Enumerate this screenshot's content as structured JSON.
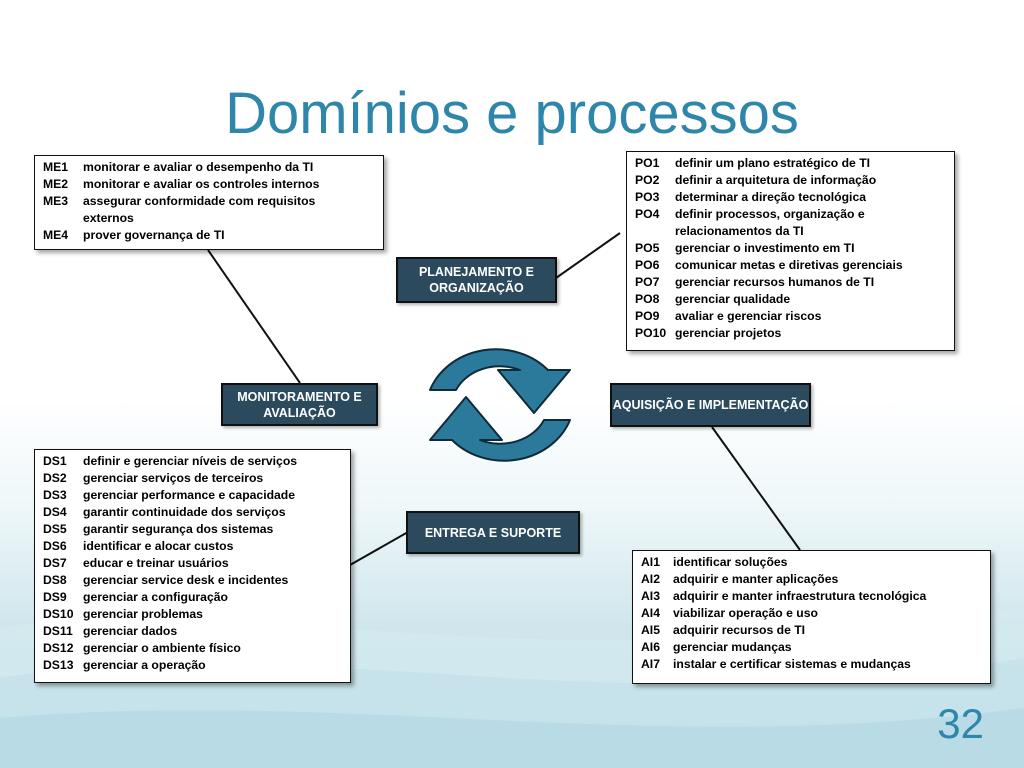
{
  "title": "Domínios e processos",
  "page_number": "32",
  "labels": {
    "po": "PLANEJAMENTO E ORGANIZAÇÃO",
    "me": "MONITORAMENTO E AVALIAÇÃO",
    "ai": "AQUISIÇÃO E IMPLEMENTAÇÃO",
    "ds": "ENTREGA E SUPORTE"
  },
  "me": [
    {
      "code": "ME1",
      "desc": "monitorar e avaliar o desempenho da TI"
    },
    {
      "code": "ME2",
      "desc": "monitorar e avaliar os controles internos"
    },
    {
      "code": "ME3",
      "desc": "assegurar conformidade com requisitos"
    },
    {
      "code": "",
      "desc": "externos"
    },
    {
      "code": "ME4",
      "desc": "prover governança de TI"
    }
  ],
  "po": [
    {
      "code": "PO1",
      "desc": "definir um plano estratégico de TI"
    },
    {
      "code": "PO2",
      "desc": "definir a arquitetura de informação"
    },
    {
      "code": "PO3",
      "desc": "determinar a direção tecnológica"
    },
    {
      "code": "PO4",
      "desc": "definir processos, organização e"
    },
    {
      "code": "",
      "desc": "relacionamentos da TI"
    },
    {
      "code": "PO5",
      "desc": "gerenciar o investimento em TI"
    },
    {
      "code": "PO6",
      "desc": "comunicar metas e diretivas gerenciais"
    },
    {
      "code": "PO7",
      "desc": "gerenciar recursos humanos de TI"
    },
    {
      "code": "PO8",
      "desc": "gerenciar qualidade"
    },
    {
      "code": "PO9",
      "desc": "avaliar e gerenciar riscos"
    },
    {
      "code": "PO10",
      "desc": "gerenciar projetos"
    }
  ],
  "ds": [
    {
      "code": "DS1",
      "desc": "definir e gerenciar níveis de serviços"
    },
    {
      "code": "DS2",
      "desc": "gerenciar serviços de terceiros"
    },
    {
      "code": "DS3",
      "desc": "gerenciar performance e capacidade"
    },
    {
      "code": "DS4",
      "desc": "garantir continuidade dos serviços"
    },
    {
      "code": "DS5",
      "desc": "garantir segurança dos sistemas"
    },
    {
      "code": "DS6",
      "desc": "identificar e alocar custos"
    },
    {
      "code": "DS7",
      "desc": "educar e treinar usuários"
    },
    {
      "code": "DS8",
      "desc": "gerenciar service desk e incidentes"
    },
    {
      "code": "DS9",
      "desc": "gerenciar a configuração"
    },
    {
      "code": "DS10",
      "desc": "gerenciar problemas"
    },
    {
      "code": "DS11",
      "desc": "gerenciar dados"
    },
    {
      "code": "DS12",
      "desc": "gerenciar o ambiente físico"
    },
    {
      "code": "DS13",
      "desc": "gerenciar a operação"
    }
  ],
  "ai": [
    {
      "code": "AI1",
      "desc": "identificar soluções"
    },
    {
      "code": "AI2",
      "desc": "adquirir e manter aplicações"
    },
    {
      "code": "AI3",
      "desc": "adquirir e manter infraestrutura tecnológica"
    },
    {
      "code": "AI4",
      "desc": "viabilizar operação e uso"
    },
    {
      "code": "AI5",
      "desc": "adquirir recursos de TI"
    },
    {
      "code": "AI6",
      "desc": "gerenciar mudanças"
    },
    {
      "code": "AI7",
      "desc": "instalar e certificar sistemas e mudanças"
    }
  ],
  "colors": {
    "title": "#2e86ab",
    "label_bg": "#2b4a5e",
    "cycle": "#2b7a9b"
  },
  "icons": {
    "cycle": "cycle-arrows-icon"
  }
}
